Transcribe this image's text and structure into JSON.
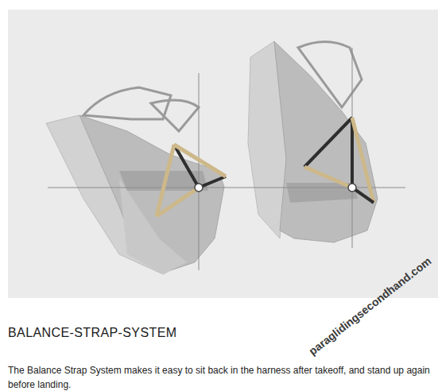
{
  "diagram": {
    "title": "BALANCE-STRAP-SYSTEM",
    "caption": "The Balance Strap System makes it easy to sit back in the harness after takeoff, and stand up again before landing.",
    "labels": [
      "paraglidingsecondhand.com"
    ]
  }
}
